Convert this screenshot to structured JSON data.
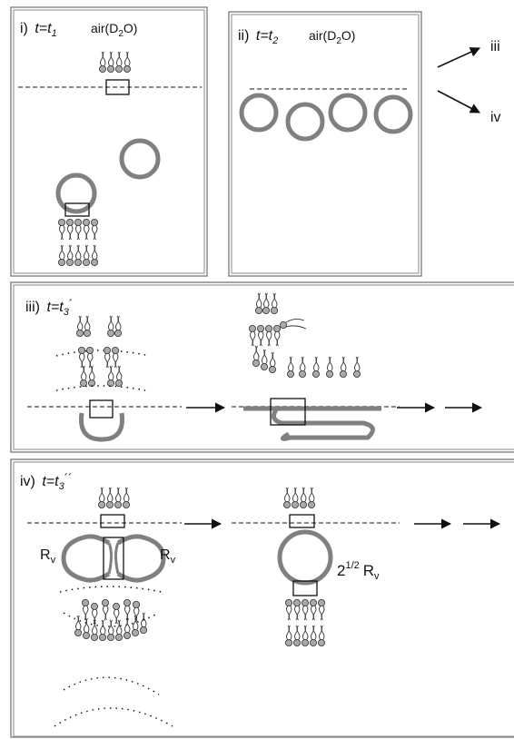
{
  "panels": {
    "i": {
      "label": "i)",
      "time": "t=t",
      "sub": "1",
      "medium": "air(D",
      "medium_sub": "2",
      "medium_end": "O)"
    },
    "ii": {
      "label": "ii)",
      "time": "t=t",
      "sub": "2",
      "medium": "air(D",
      "medium_sub": "2",
      "medium_end": "O)"
    },
    "iii": {
      "label": "iii)",
      "time": "t=t",
      "sub": "3",
      "prime": "´"
    },
    "iv": {
      "label": "iv)",
      "time": "t=t",
      "sub": "3",
      "prime": "´´"
    }
  },
  "branch_labels": {
    "iii": "iii",
    "iv": "iv"
  },
  "radius_labels": {
    "rv_left": "R",
    "rv_right": "R",
    "rv_sub": "v",
    "factor": "2",
    "factor_sup": "1/2",
    "factor_r": "R"
  },
  "colors": {
    "membrane": "#888888",
    "vesicle": "#808080",
    "frame": "#8a8a8a",
    "text": "#111111"
  }
}
